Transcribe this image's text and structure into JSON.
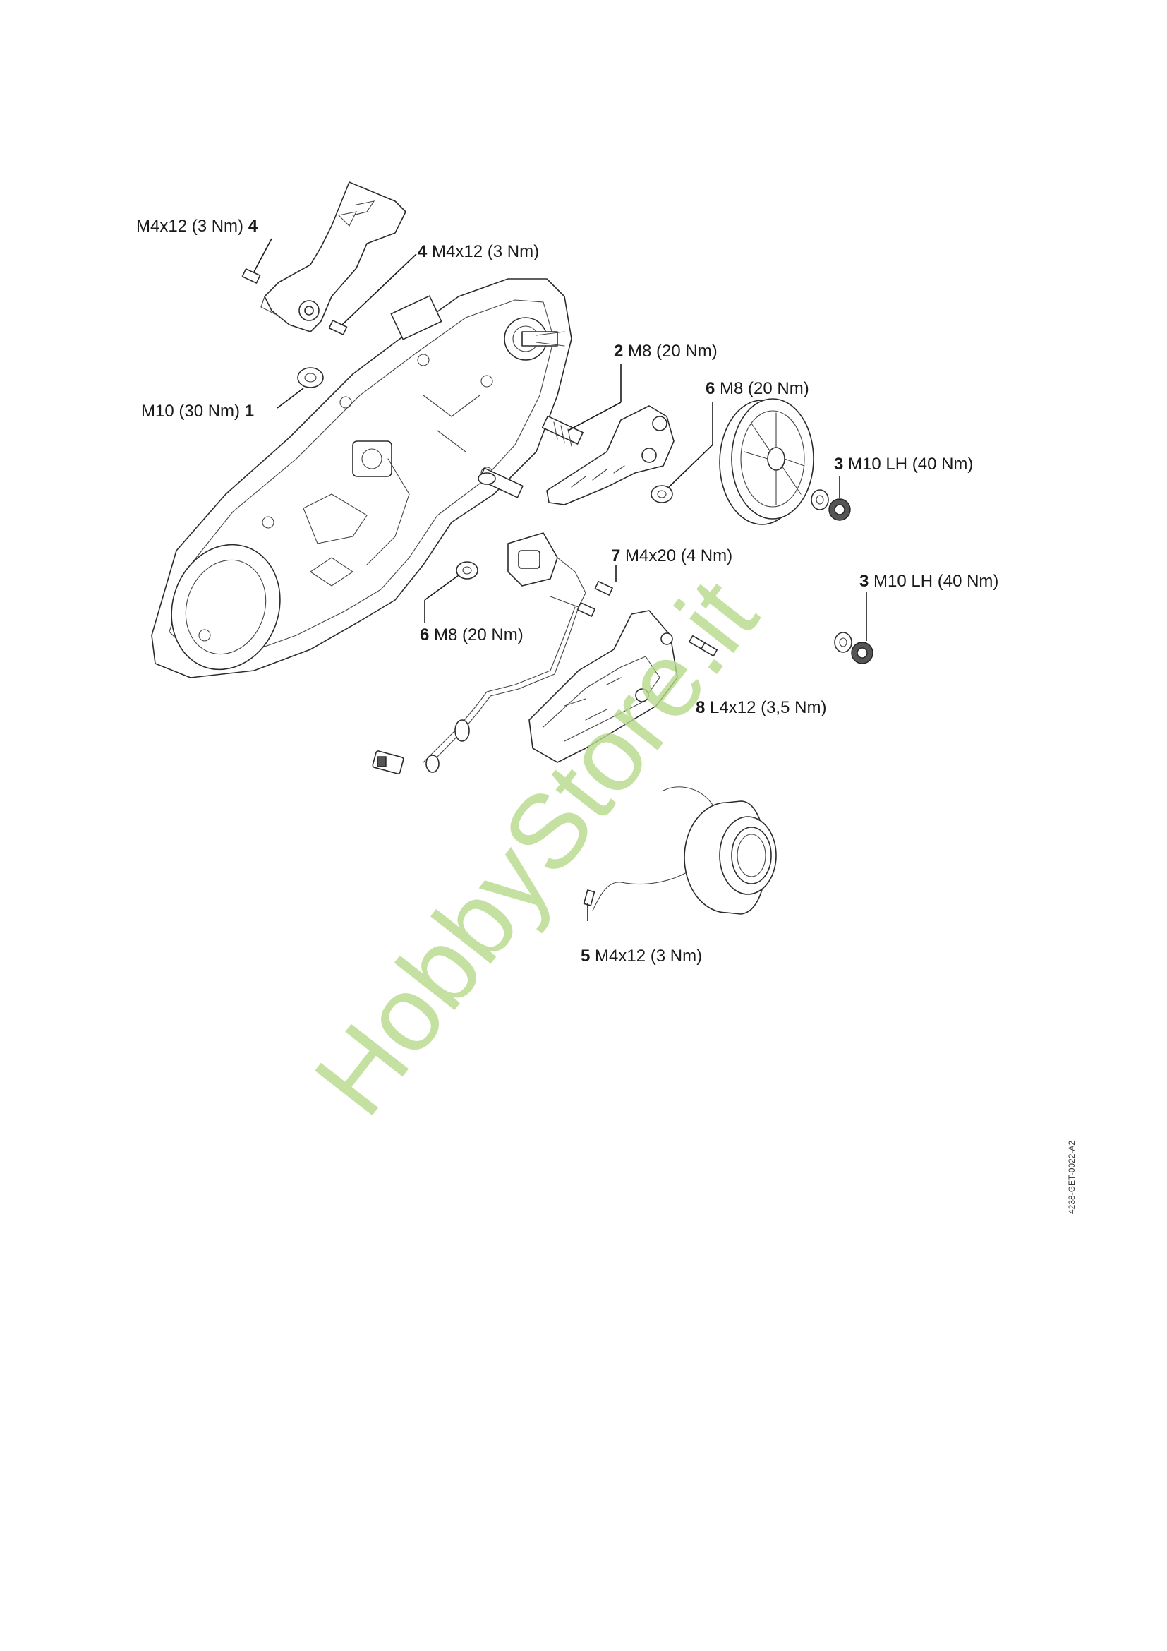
{
  "diagram": {
    "drawing_code": "4238-GET-0022-A2",
    "watermark": "HobbyStore.it",
    "callouts": [
      {
        "id": "c4a",
        "num": "4",
        "spec": "M4x12 (3 Nm)",
        "order": "spec-first"
      },
      {
        "id": "c4b",
        "num": "4",
        "spec": "M4x12 (3 Nm)",
        "order": "num-first"
      },
      {
        "id": "c1",
        "num": "1",
        "spec": "M10 (30 Nm)",
        "order": "spec-first"
      },
      {
        "id": "c2",
        "num": "2",
        "spec": "M8 (20 Nm)",
        "order": "num-first"
      },
      {
        "id": "c6a",
        "num": "6",
        "spec": "M8 (20 Nm)",
        "order": "num-first"
      },
      {
        "id": "c3a",
        "num": "3",
        "spec": "M10 LH (40 Nm)",
        "order": "num-first"
      },
      {
        "id": "c7",
        "num": "7",
        "spec": "M4x20 (4 Nm)",
        "order": "num-first"
      },
      {
        "id": "c3b",
        "num": "3",
        "spec": "M10 LH (40 Nm)",
        "order": "num-first"
      },
      {
        "id": "c6b",
        "num": "6",
        "spec": "M8 (20 Nm)",
        "order": "num-first"
      },
      {
        "id": "c8",
        "num": "8",
        "spec": "L4x12 (3,5 Nm)",
        "order": "num-first"
      },
      {
        "id": "c5",
        "num": "5",
        "spec": "M4x12 (3 Nm)",
        "order": "num-first"
      }
    ]
  }
}
